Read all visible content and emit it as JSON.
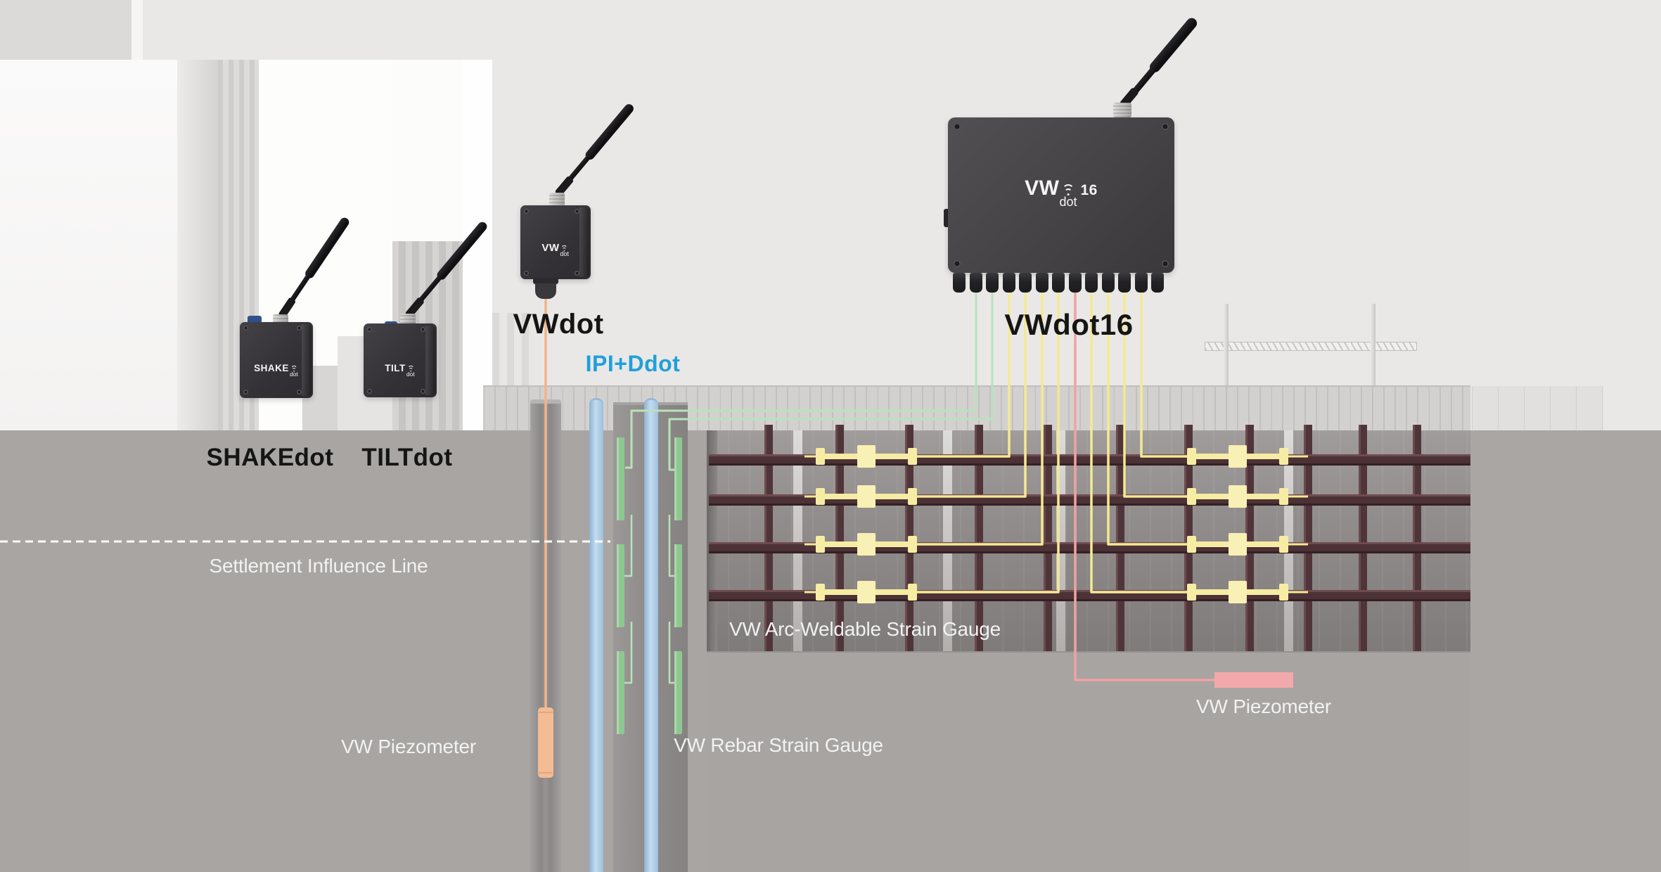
{
  "devices": {
    "shakedot": {
      "label": "SHAKEdot",
      "logo_main": "SHAKE",
      "logo_sub": "dot"
    },
    "tiltdot": {
      "label": "TILTdot",
      "logo_main": "TILT",
      "logo_sub": "dot"
    },
    "vwdot": {
      "label": "VWdot",
      "logo_main": "VW",
      "logo_sub": "dot"
    },
    "vwdot16": {
      "label": "VWdot16",
      "logo_main": "VW",
      "logo_sub": "dot",
      "logo_channels": "16"
    }
  },
  "labels": {
    "ipi_ddot": "IPI+Ddot",
    "settlement_influence_line": "Settlement Influence Line",
    "vw_piezometer_left": "VW Piezometer",
    "vw_rebar_strain_gauge": "VW Rebar Strain Gauge",
    "vw_arc_weldable_strain_gauge": "VW Arc-Weldable Strain Gauge",
    "vw_piezometer_right": "VW Piezometer"
  },
  "colors": {
    "ipi_label_blue": "#219FDB",
    "device_label_black": "#151515",
    "white_label": "#F2F2F2",
    "wire_yellow": "#F5E992",
    "wire_green": "#B9E2BA",
    "wire_pink": "#F2A1A4",
    "cable_orange": "#F2B38B",
    "gauge_yellow": "#F6ECA4",
    "gauge_yellow_block": "#F8F0B4",
    "rebar_gauge_green": "#8FC791",
    "piezometer_orange": "#F3BC95",
    "piezometer_pink": "#F3A8AC",
    "strut_brown": "#4C3236",
    "strut_post": "#4F3539",
    "inclinometer_tube_blue": "#C3DCF0"
  }
}
